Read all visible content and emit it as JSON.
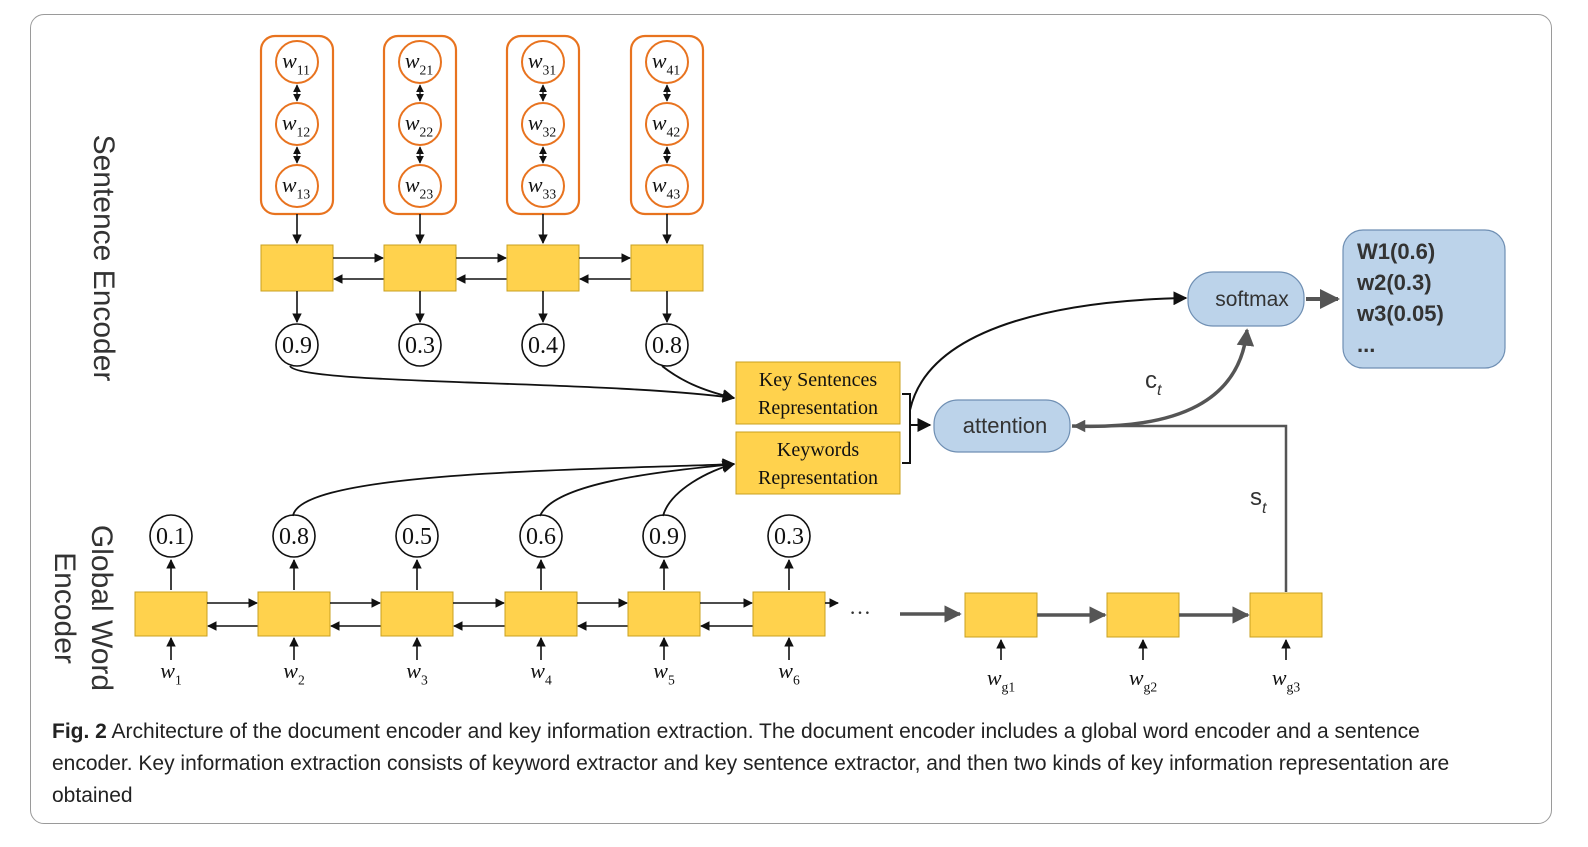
{
  "side_labels": {
    "sentence_encoder": "Sentence Encoder",
    "global_word_line1": "Global Word",
    "global_word_line2": "Encoder"
  },
  "word_groups": [
    {
      "words": [
        [
          "w",
          "11"
        ],
        [
          "w",
          "12"
        ],
        [
          "w",
          "13"
        ]
      ]
    },
    {
      "words": [
        [
          "w",
          "21"
        ],
        [
          "w",
          "22"
        ],
        [
          "w",
          "23"
        ]
      ]
    },
    {
      "words": [
        [
          "w",
          "31"
        ],
        [
          "w",
          "32"
        ],
        [
          "w",
          "33"
        ]
      ]
    },
    {
      "words": [
        [
          "w",
          "41"
        ],
        [
          "w",
          "42"
        ],
        [
          "w",
          "43"
        ]
      ]
    }
  ],
  "sentence_scores": [
    "0.9",
    "0.3",
    "0.4",
    "0.8"
  ],
  "word_scores": [
    "0.1",
    "0.8",
    "0.5",
    "0.6",
    "0.9",
    "0.3"
  ],
  "word_inputs": [
    [
      "w",
      "1"
    ],
    [
      "w",
      "2"
    ],
    [
      "w",
      "3"
    ],
    [
      "w",
      "4"
    ],
    [
      "w",
      "5"
    ],
    [
      "w",
      "6"
    ]
  ],
  "ellipsis": "…",
  "decoder_inputs": [
    [
      "w",
      "g1"
    ],
    [
      "w",
      "g2"
    ],
    [
      "w",
      "g3"
    ]
  ],
  "representations": {
    "key_sentences_line1": "Key Sentences",
    "key_sentences_line2": "Representation",
    "keywords_line1": "Keywords",
    "keywords_line2": "Representation"
  },
  "attention_label": "attention",
  "softmax_label": "softmax",
  "context": {
    "main": "c",
    "sub": "t"
  },
  "state": {
    "main": "s",
    "sub": "t"
  },
  "output_list": [
    "W1(0.6)",
    "w2(0.3)",
    "w3(0.05)",
    "..."
  ],
  "colors": {
    "cell_fill": "#ffd24d",
    "cell_border": "#c8a020",
    "group_orange": "#e8731f",
    "blue_fill": "#bcd3ea",
    "blue_border": "#6f8fb3"
  },
  "caption": {
    "label": "Fig. 2",
    "text": "Architecture of the document encoder and key information extraction. The document encoder includes a global word encoder and a sentence encoder. Key information extraction consists of keyword extractor and key sentence extractor, and then two kinds of key information representation are obtained"
  }
}
